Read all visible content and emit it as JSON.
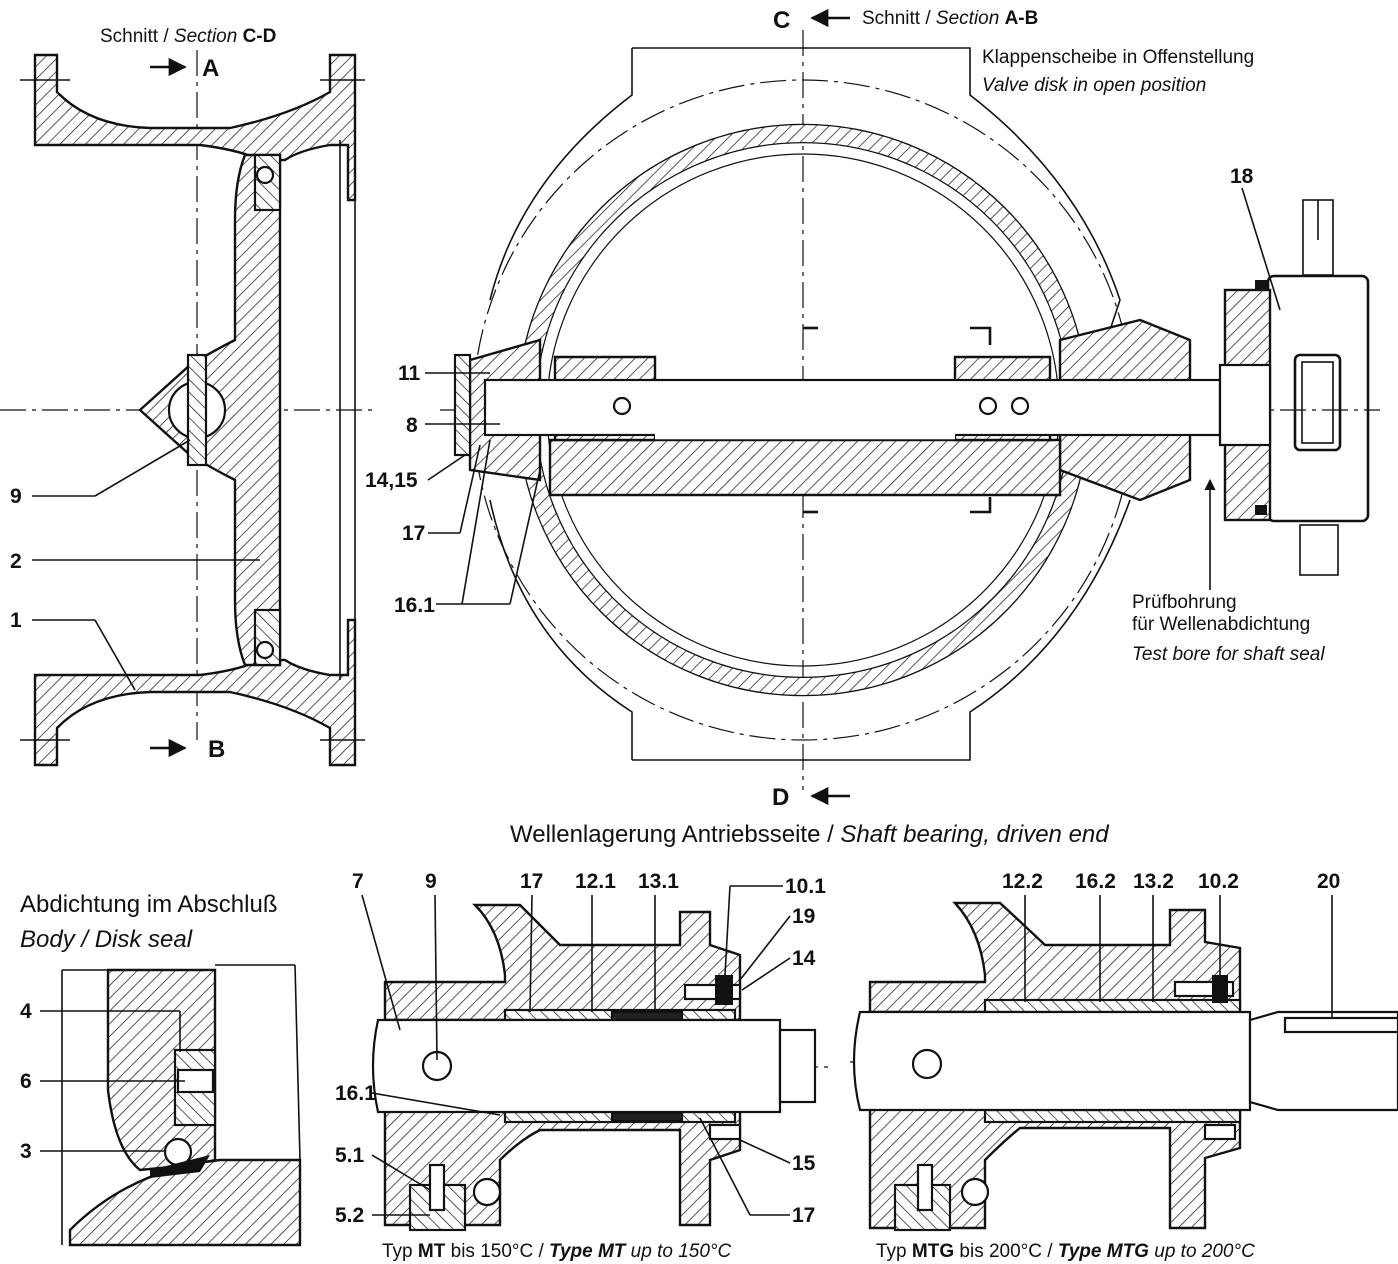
{
  "labels": {
    "section_cd": {
      "de": "Schnitt / ",
      "en": "Section ",
      "code": "C-D"
    },
    "section_ab": {
      "de": "Schnitt / ",
      "en": "Section ",
      "code": "A-B"
    },
    "letters": {
      "a": "A",
      "b": "B",
      "c": "C",
      "d": "D"
    },
    "open_position_de": "Klappenscheibe in Offenstellung",
    "open_position_en": "Valve disk in open position",
    "test_bore_de_1": "Prüfbohrung",
    "test_bore_de_2": "für Wellenabdichtung",
    "test_bore_en": "Test bore for shaft seal",
    "shaft_bearing_de": "Wellenlagerung Antriebsseite / ",
    "shaft_bearing_en": "Shaft bearing, driven end",
    "seal_de": "Abdichtung im Abschluß",
    "seal_en": "Body / Disk seal",
    "type_mt": {
      "de_a": "Typ ",
      "code": "MT",
      "de_b": " bis 150°C / ",
      "en_a": "Type ",
      "en_b": " up to 150°C"
    },
    "type_mtg": {
      "de_a": "Typ ",
      "code": "MTG",
      "de_b": " bis 200°C / ",
      "en_a": "Type ",
      "en_b": " up to 200°C"
    }
  },
  "part_numbers": {
    "left": [
      "9",
      "2",
      "1"
    ],
    "center": [
      "11",
      "8",
      "14,15",
      "17",
      "16.1",
      "18"
    ],
    "seal": [
      "4",
      "6",
      "3"
    ],
    "mt": [
      "7",
      "9",
      "17",
      "12.1",
      "13.1",
      "10.1",
      "19",
      "14",
      "16.1",
      "5.1",
      "5.2",
      "15",
      "17"
    ],
    "mtg": [
      "12.2",
      "16.2",
      "13.2",
      "10.2",
      "20"
    ]
  }
}
